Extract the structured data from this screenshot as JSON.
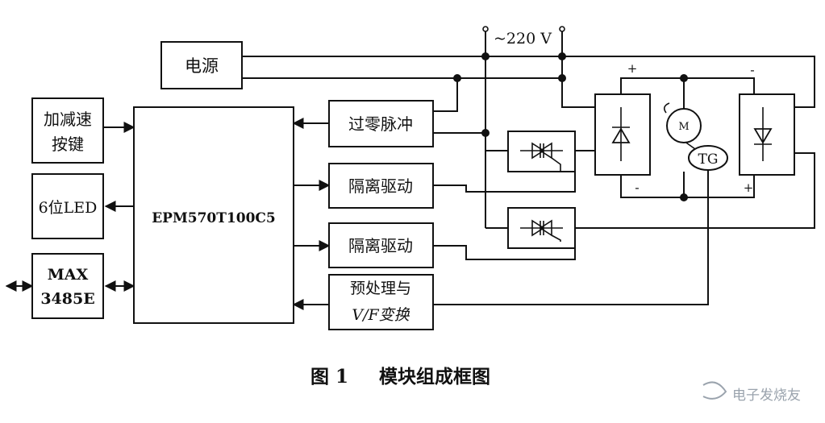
{
  "blocks": {
    "power": "电源",
    "accel_line1": "加减速",
    "accel_line2": "按键",
    "led": "6位LED",
    "max_line1": "MAX",
    "max_line2": "3485E",
    "cpld": "EPM570T100C5",
    "zero_cross": "过零脉冲",
    "iso_drive_1": "隔离驱动",
    "iso_drive_2": "隔离驱动",
    "preproc_line1": "预处理与",
    "preproc_line2": "V/F变换"
  },
  "supply": {
    "voltage": "~220 V",
    "plus_left": "+",
    "minus_left": "-",
    "minus_right": "-",
    "plus_right": "+"
  },
  "motor": {
    "motor_label": "M",
    "tacho_label": "TG"
  },
  "caption": {
    "figure": "图 1",
    "title": "模块组成框图"
  },
  "watermark": "电子发烧友"
}
